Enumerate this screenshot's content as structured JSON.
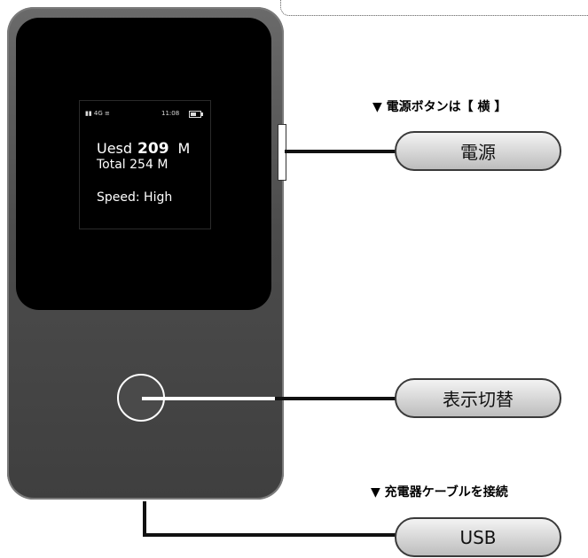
{
  "screen": {
    "status_signal": "▮▮ 4G ≡",
    "status_time": "11:08",
    "used_label": "Uesd",
    "used_value": "209",
    "used_unit": "M",
    "total_text": "Total  254 M",
    "speed_text": "Speed: High"
  },
  "callouts": {
    "power_note": "▼ 電源ボタンは【 横 】",
    "power_label": "電源",
    "display_label": "表示切替",
    "charger_note": "▼ 充電器ケーブルを接続",
    "usb_label": "USB"
  }
}
